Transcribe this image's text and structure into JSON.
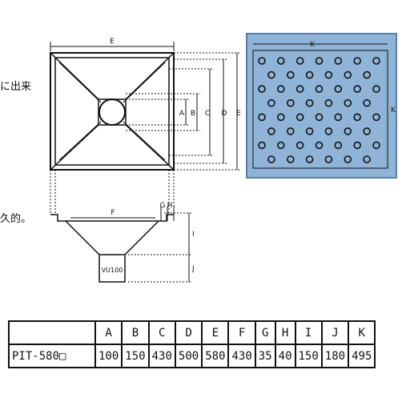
{
  "side_text": {
    "line1": "に出来",
    "line2": "久的。"
  },
  "drawing": {
    "labels": {
      "A": "A",
      "B": "B",
      "C": "C",
      "D": "D",
      "E": "E",
      "F": "F",
      "G": "G",
      "H": "H",
      "I": "I",
      "J": "J",
      "K": "K"
    },
    "outlet_label": "VU100",
    "grate": {
      "fill_color": "#8fb4d8",
      "border_color": "#5a7fa6",
      "hole_rows": 8,
      "hole_columns": 7
    }
  },
  "table": {
    "headers": [
      "",
      "A",
      "B",
      "C",
      "D",
      "E",
      "F",
      "G",
      "H",
      "I",
      "J",
      "K"
    ],
    "row": [
      "PIT-580□",
      "100",
      "150",
      "430",
      "500",
      "580",
      "430",
      "35",
      "40",
      "150",
      "180",
      "495"
    ]
  }
}
